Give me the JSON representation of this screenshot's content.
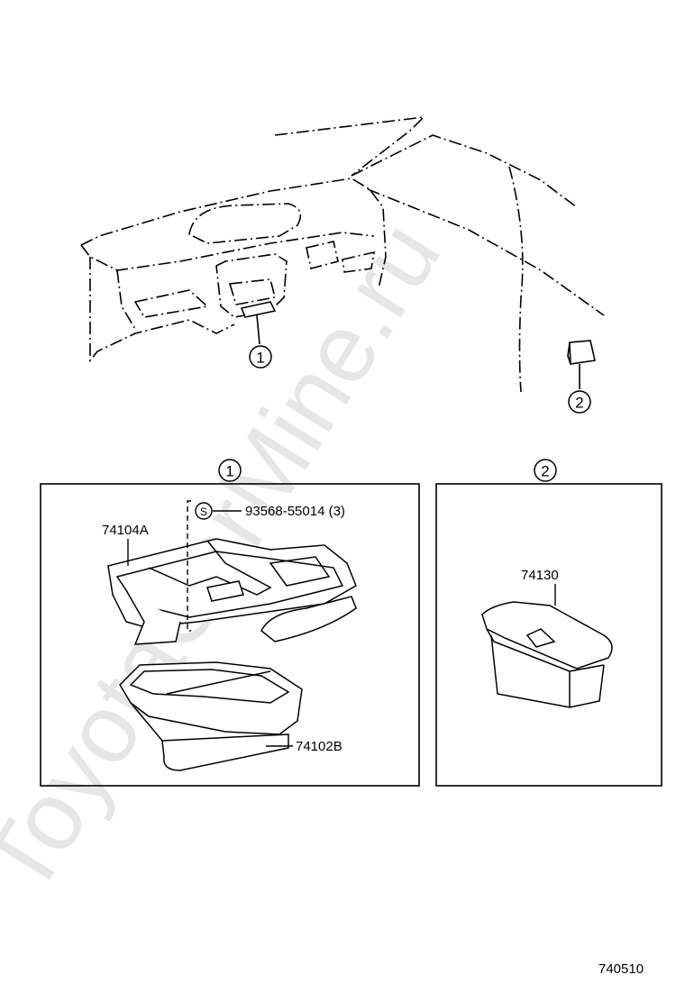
{
  "watermark": "ToyotaCarMine.ru",
  "callouts": {
    "one": "1",
    "two": "2"
  },
  "parts": {
    "bracket": "74104A",
    "screw_symbol": "S",
    "screw": "93568-55014 (3)",
    "glove_box": "74102B",
    "ashtray": "74130"
  },
  "diagram_code": "740510"
}
